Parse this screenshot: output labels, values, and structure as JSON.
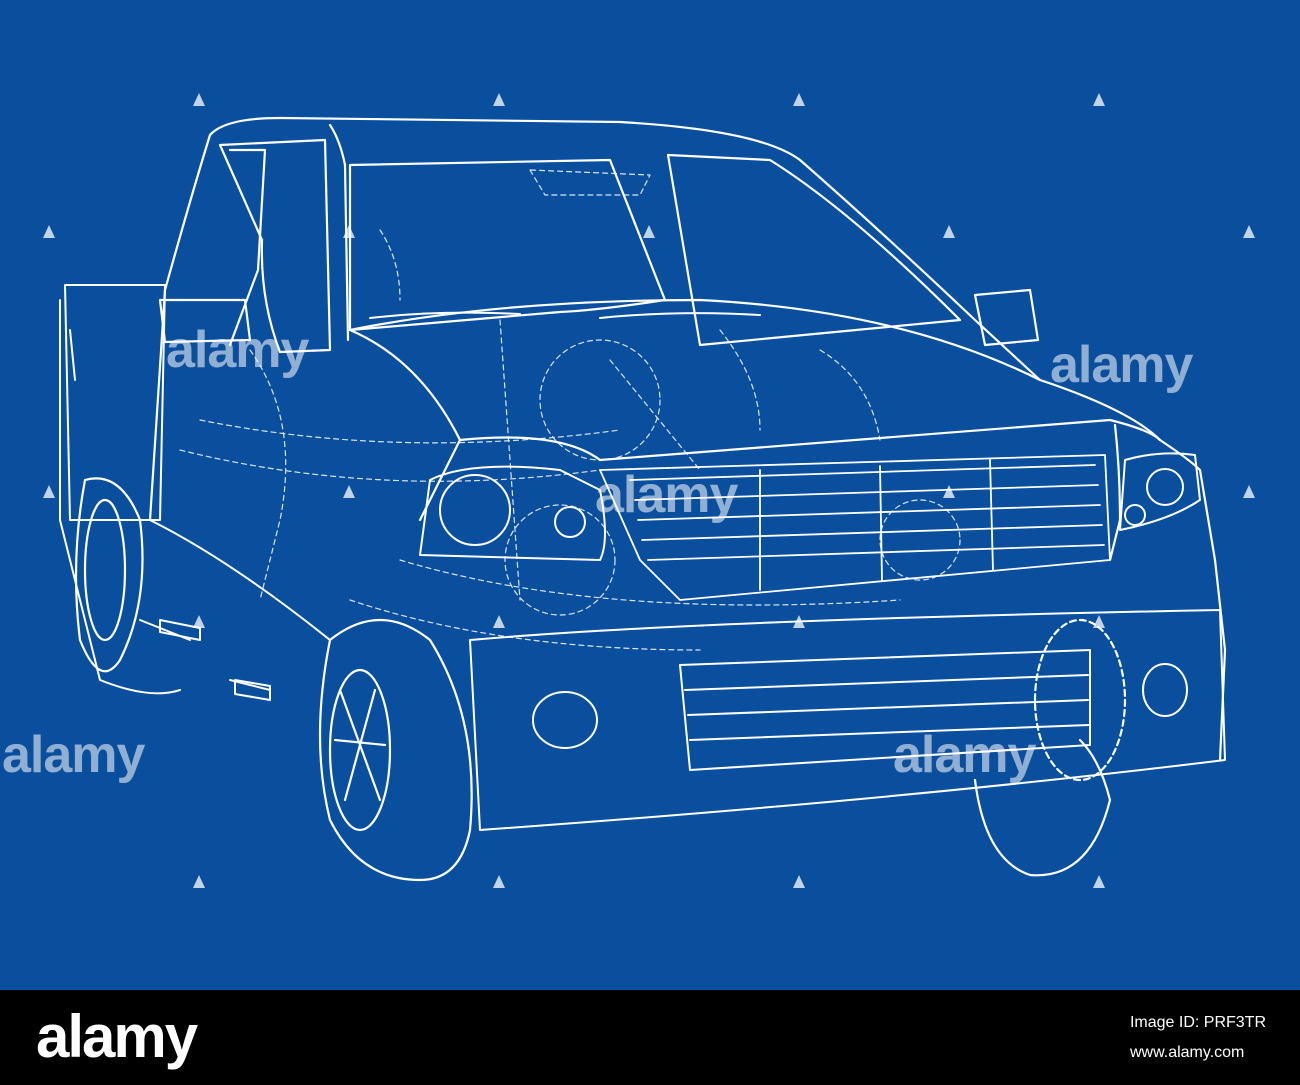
{
  "image": {
    "subject": "pickup-truck-wireframe",
    "background_color": "#0a4f9e",
    "line_color": "#ffffff"
  },
  "watermark": {
    "text": "alamy"
  },
  "footer": {
    "brand": "alamy",
    "image_id_label": "Image ID: PRF3TR",
    "site": "www.alamy.com"
  }
}
